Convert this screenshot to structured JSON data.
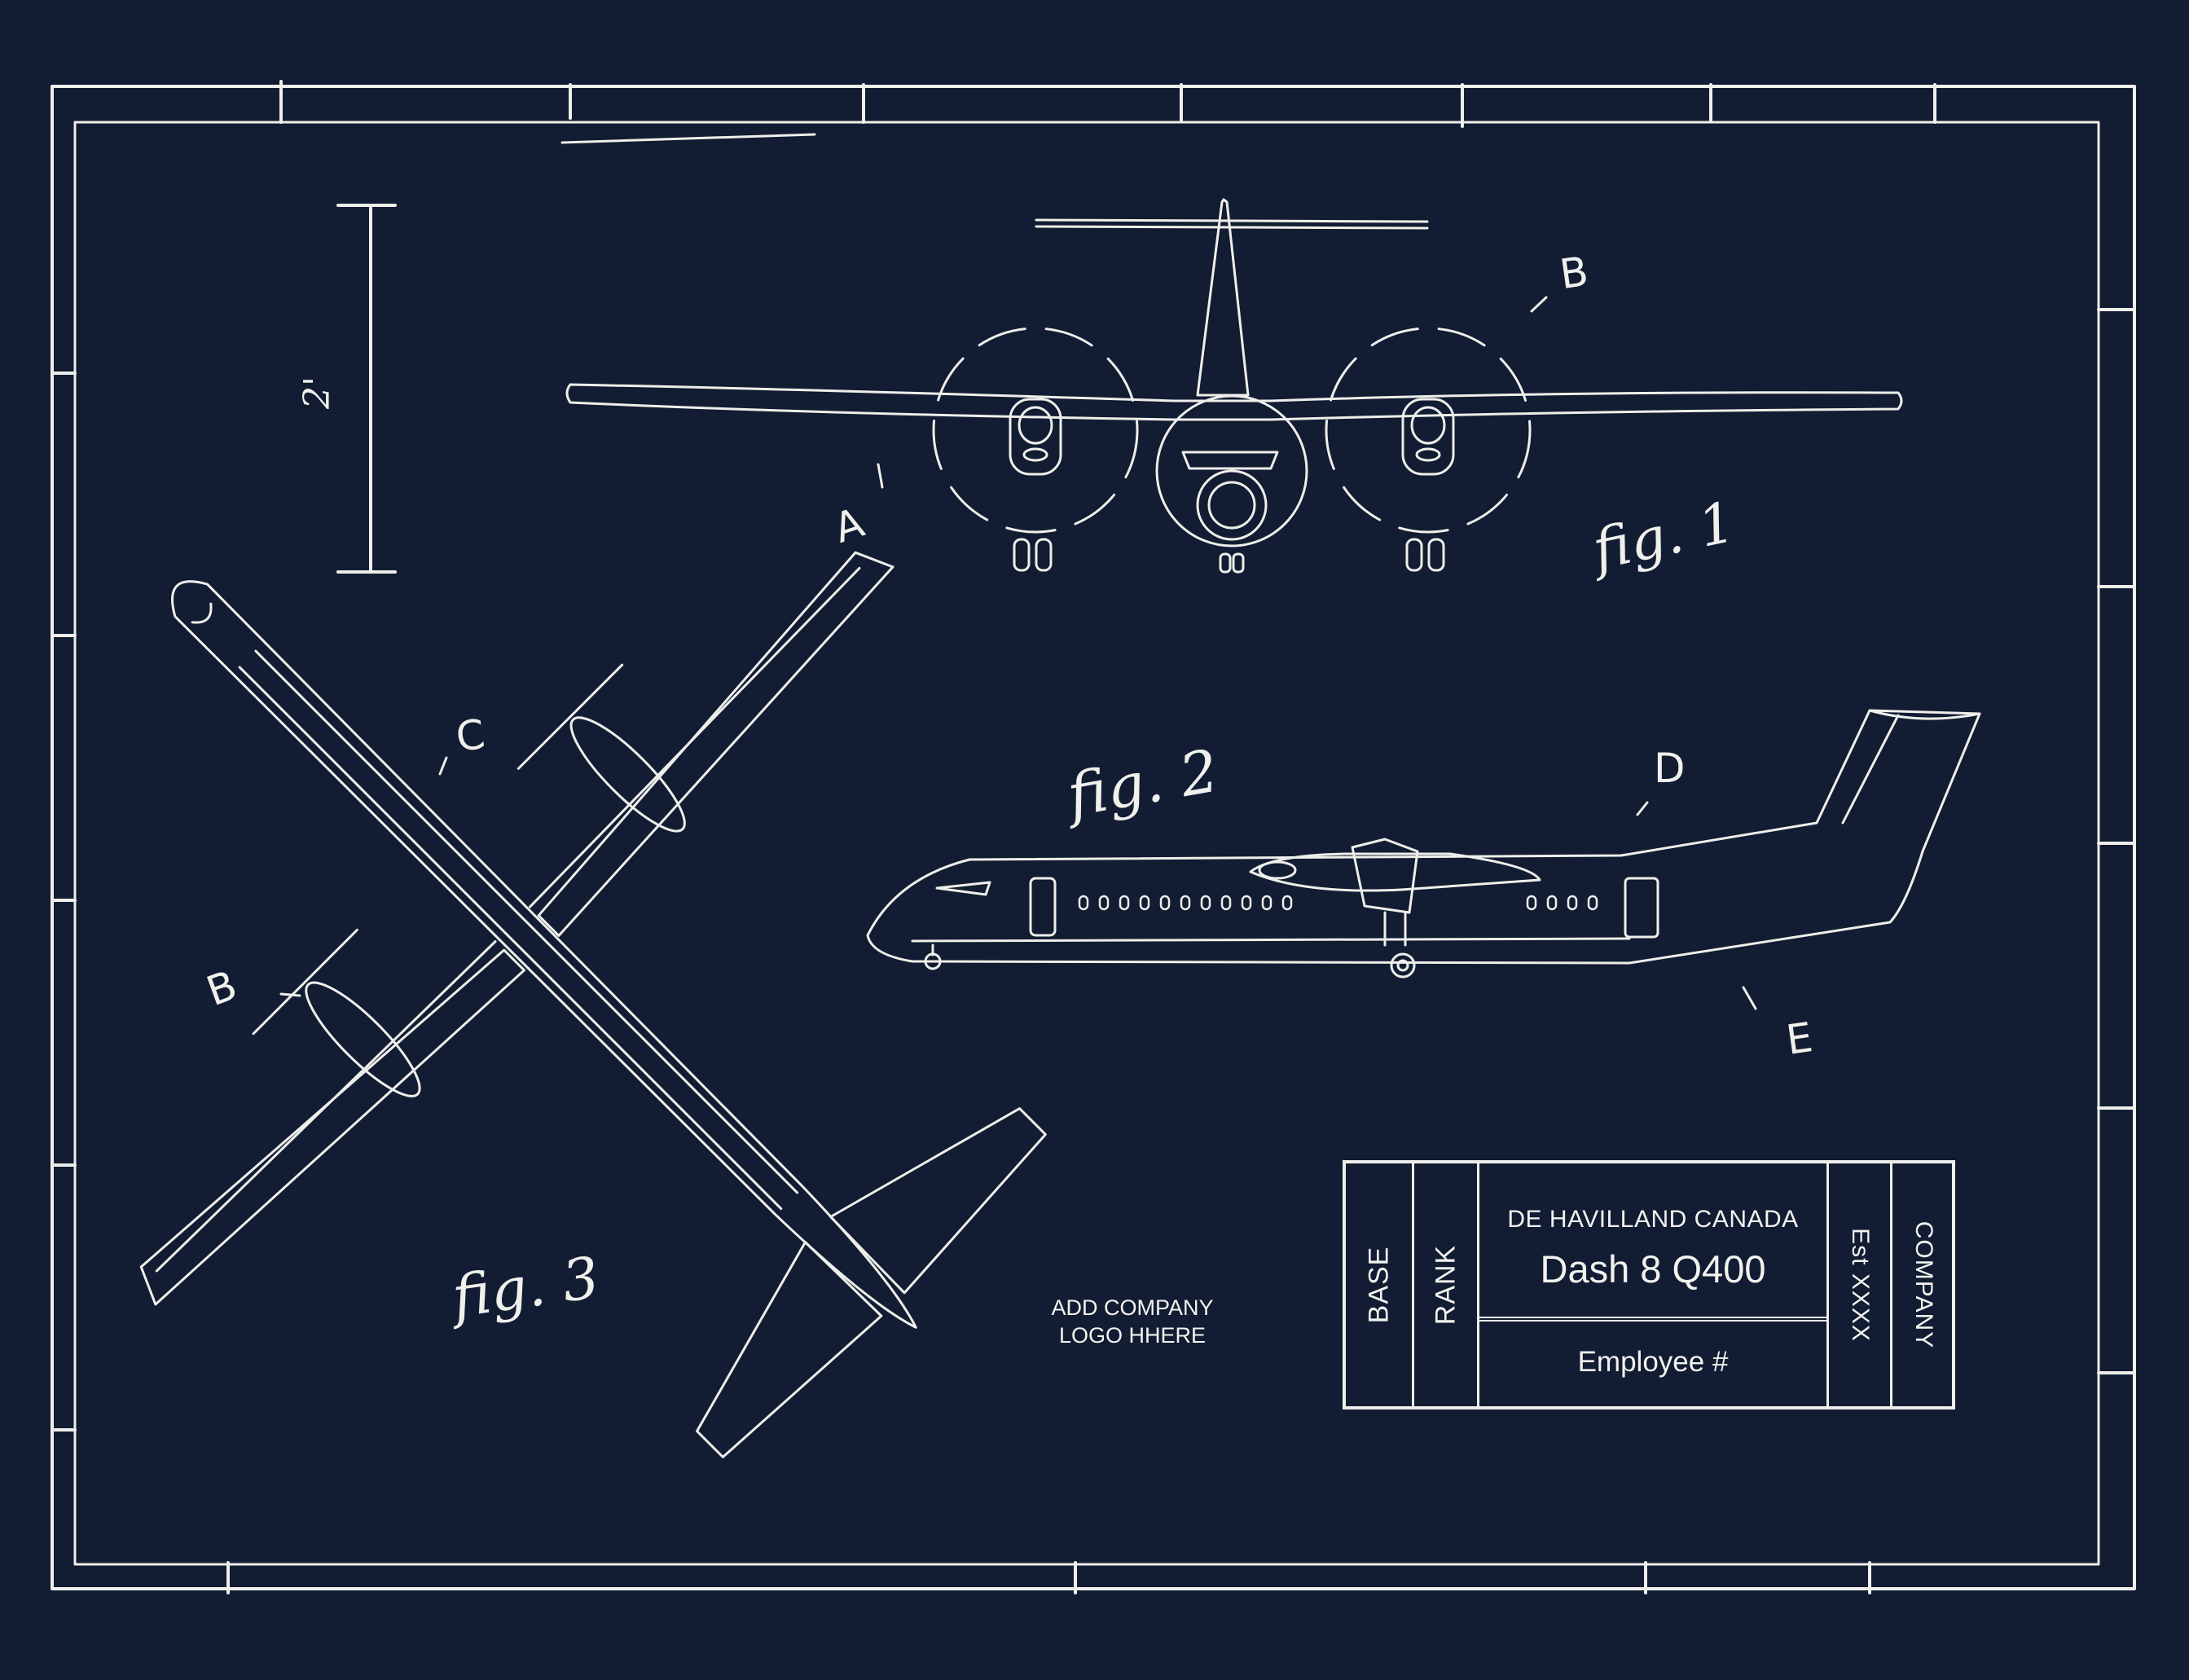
{
  "colors": {
    "background": "#121c33",
    "ink": "#eeeeea"
  },
  "figures": {
    "fig1": "fig. 1",
    "fig2": "fig. 2",
    "fig3": "fig. 3"
  },
  "callouts": {
    "a": "A",
    "b_top": "B",
    "b_left": "B",
    "c": "C",
    "d": "D",
    "e": "E"
  },
  "scale_bar": {
    "label": "2'"
  },
  "logo_note": {
    "line1": "ADD COMPANY",
    "line2": "LOGO HHERE"
  },
  "title_block": {
    "base": "BASE",
    "rank": "RANK",
    "manufacturer": "DE HAVILLAND CANADA",
    "model": "Dash 8 Q400",
    "employee": "Employee #",
    "established": "Est XXXX",
    "company": "COMPANY"
  }
}
